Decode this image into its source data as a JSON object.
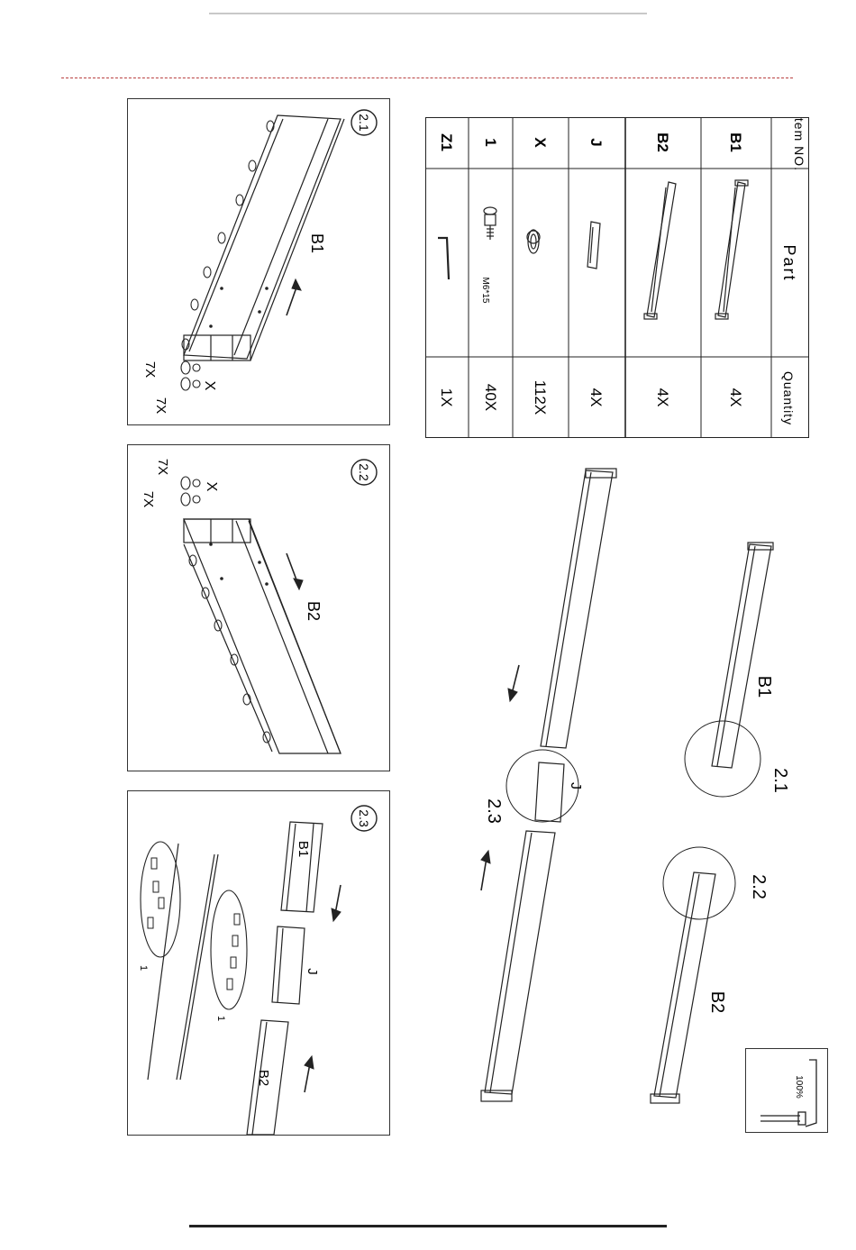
{
  "parts_table": {
    "headers": {
      "item_no": "Item NO.",
      "part": "Part",
      "quantity": "Quantity"
    },
    "rows": [
      {
        "item": "B1",
        "quantity": "4X"
      },
      {
        "item": "B2",
        "quantity": "4X"
      },
      {
        "item": "J",
        "quantity": "4X"
      },
      {
        "item": "X",
        "quantity": "112X"
      },
      {
        "item": "1",
        "quantity": "40X",
        "part_note": "M6*15"
      },
      {
        "item": "Z1",
        "quantity": "1X"
      }
    ]
  },
  "step_2_1": {
    "step": "2.1",
    "part": "B1",
    "count_a": "7X",
    "count_b": "7X",
    "clip": "X"
  },
  "step_2_2": {
    "step": "2.2",
    "part": "B2",
    "count_a": "7X",
    "count_b": "7X",
    "clip": "X"
  },
  "step_2_3": {
    "step": "2.3",
    "part_top": "B1",
    "part_mid": "J",
    "part_bottom": "B2",
    "callout_a": "1",
    "callout_b": "1"
  },
  "overview": {
    "beam_b1": "B1",
    "beam_b2": "B2",
    "connector": "J",
    "callout_21": "2.1",
    "callout_22": "2.2",
    "callout_23": "2.3"
  },
  "scale_box": {
    "label": "100%"
  }
}
